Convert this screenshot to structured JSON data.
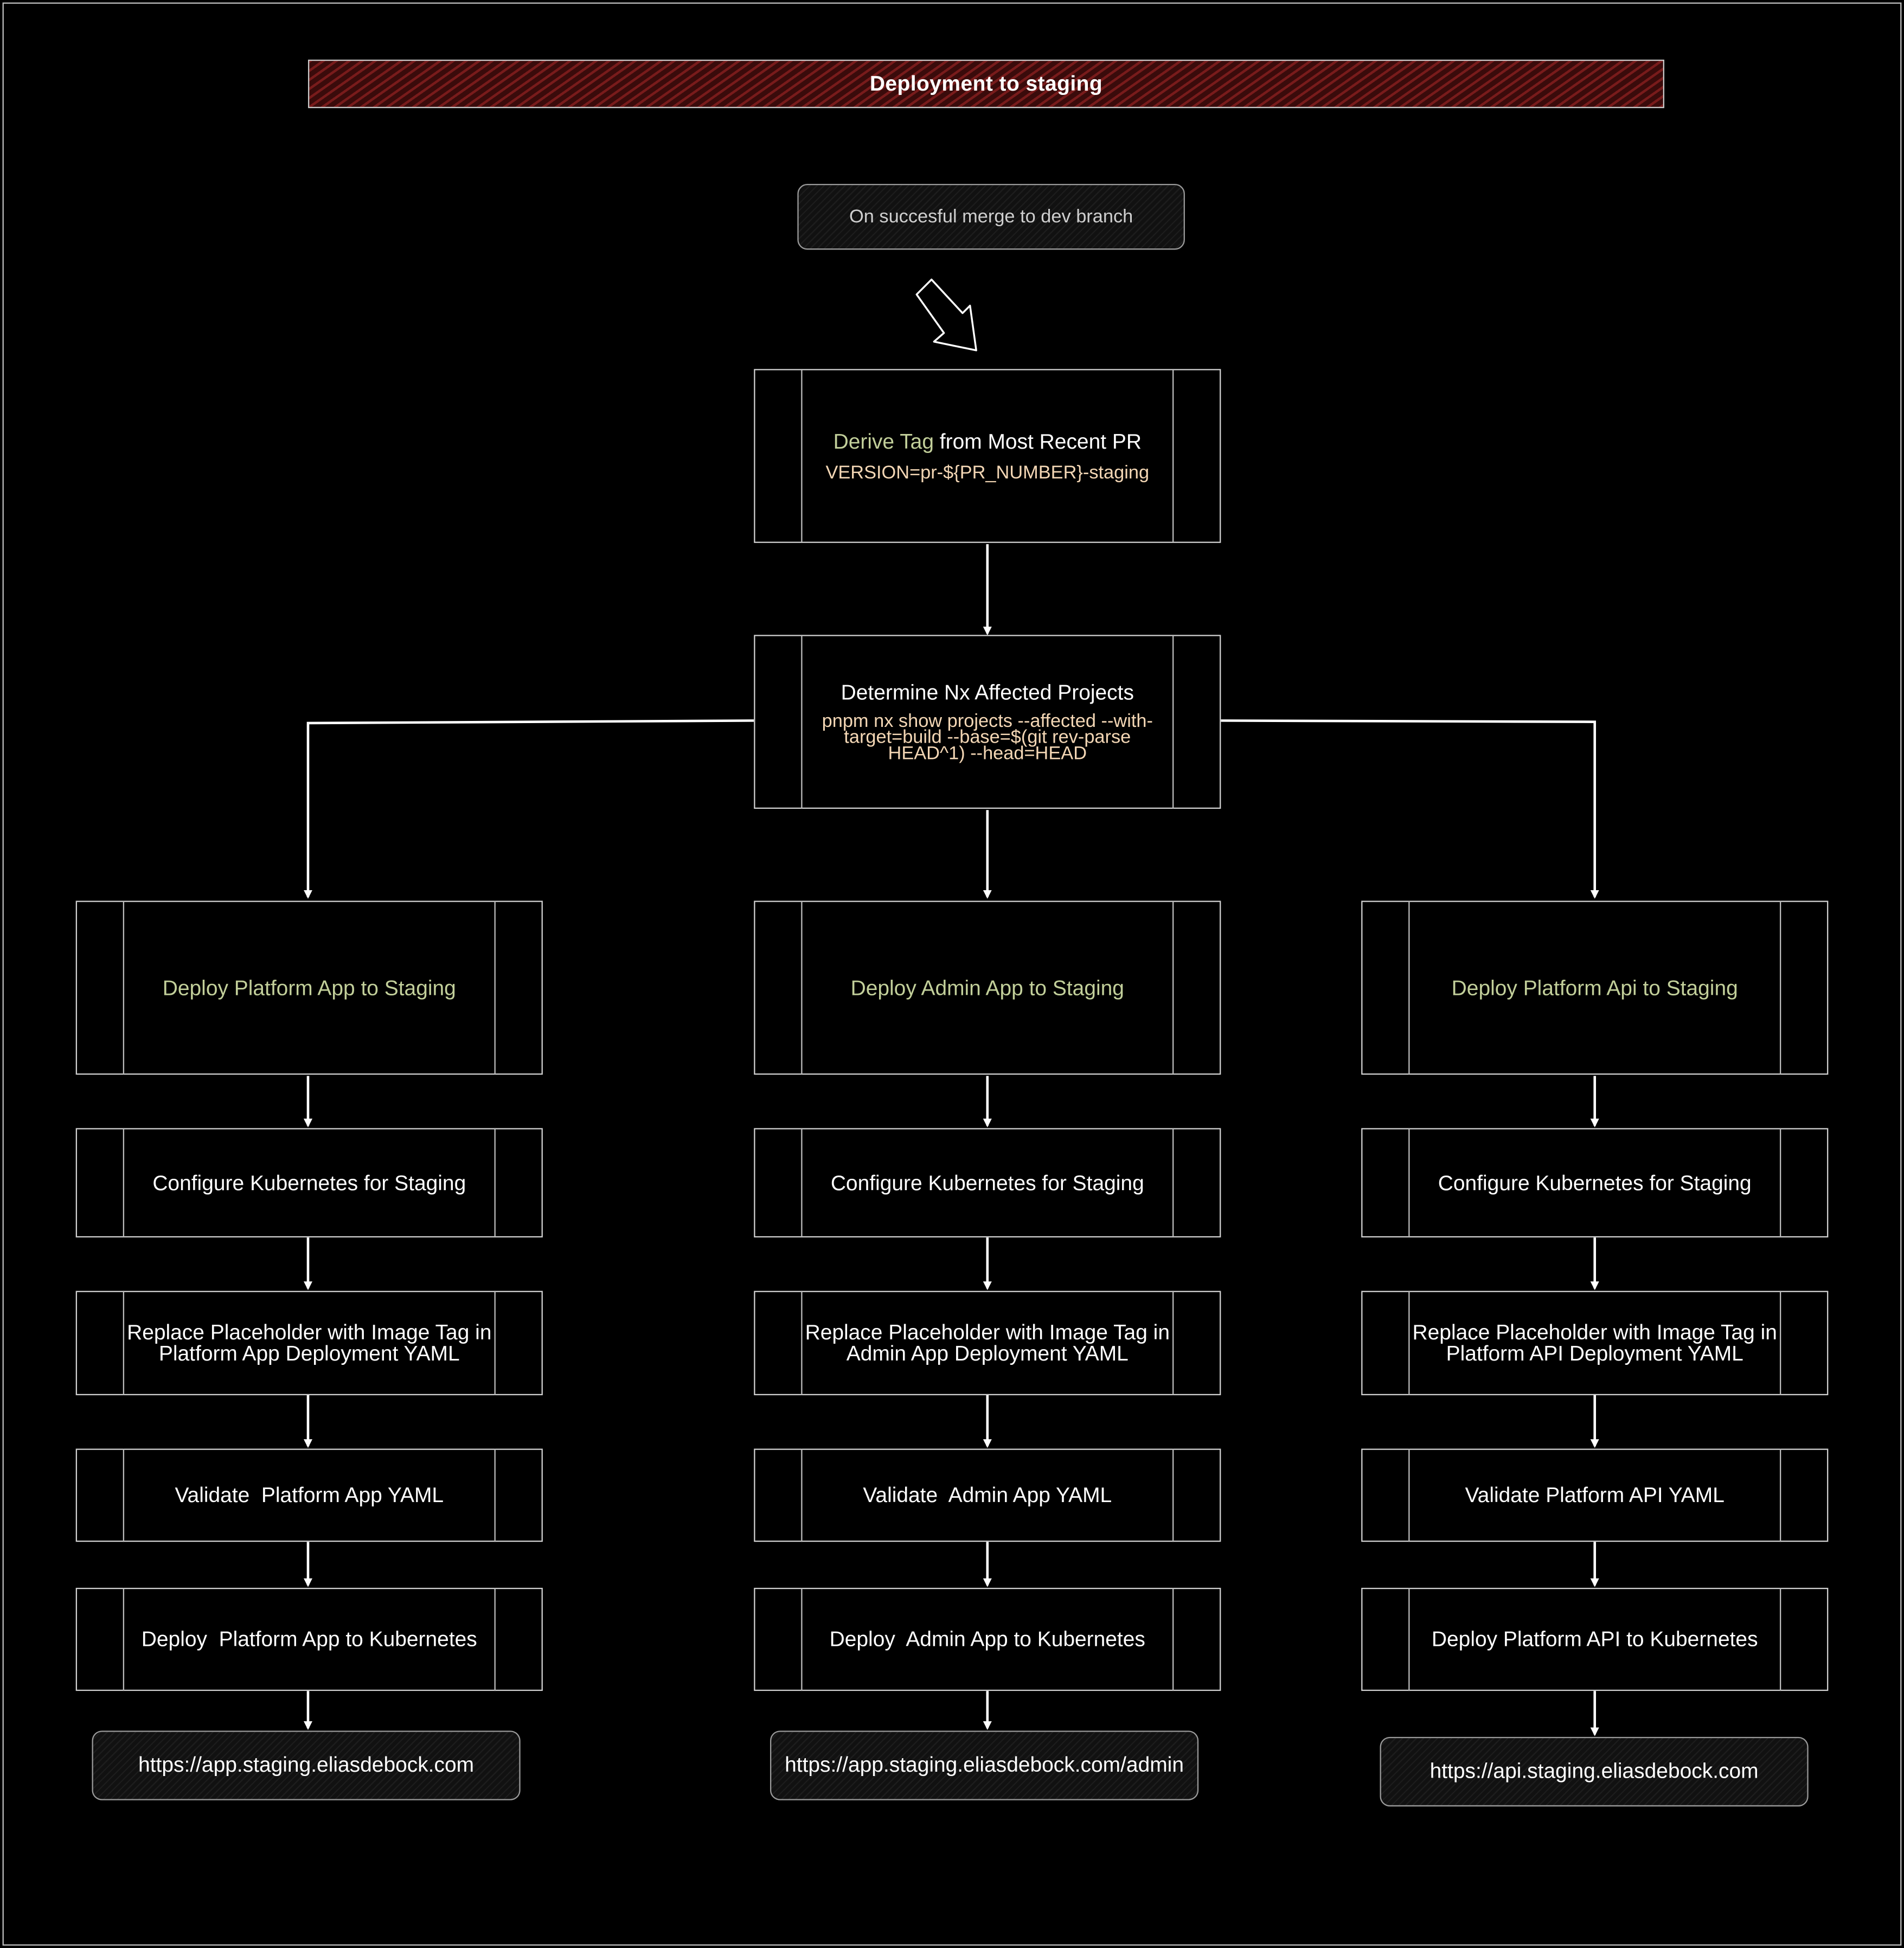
{
  "title": "Deployment to staging",
  "trigger": "On succesful merge to dev branch",
  "derive_tag": {
    "highlight": "Derive Tag",
    "rest": " from Most Recent PR",
    "command": "VERSION=pr-${PR_NUMBER}-staging"
  },
  "affected": {
    "title": "Determine Nx Affected Projects",
    "command": "pnpm nx show projects --affected --with-target=build --base=$(git rev-parse HEAD^1) --head=HEAD"
  },
  "columns": [
    {
      "deploy": "Deploy Platform App to Staging",
      "configure": "Configure Kubernetes for Staging",
      "replace": "Replace Placeholder with Image Tag in Platform App Deployment YAML",
      "validate": "Validate  Platform App YAML",
      "deploy_k8s": "Deploy  Platform App to Kubernetes",
      "url": "https://app.staging.eliasdebock.com"
    },
    {
      "deploy": "Deploy Admin App to Staging",
      "configure": "Configure Kubernetes for Staging",
      "replace": "Replace Placeholder with Image Tag in Admin App Deployment YAML",
      "validate": "Validate  Admin App YAML",
      "deploy_k8s": "Deploy  Admin App to Kubernetes",
      "url": "https://app.staging.eliasdebock.com/admin"
    },
    {
      "deploy": "Deploy Platform Api to Staging",
      "configure": "Configure Kubernetes for Staging",
      "replace": "Replace Placeholder with Image Tag in Platform API Deployment YAML",
      "validate": "Validate Platform API YAML",
      "deploy_k8s": "Deploy Platform API to Kubernetes",
      "url": "https://api.staging.eliasdebock.com"
    }
  ],
  "colors": {
    "background": "#000000",
    "title_fill": "#3a0b0b",
    "title_hatch": "#aa2828",
    "accent_green": "#c2cf9a",
    "command_text": "#f4d7b5",
    "stroke": "#d0d0d0"
  }
}
